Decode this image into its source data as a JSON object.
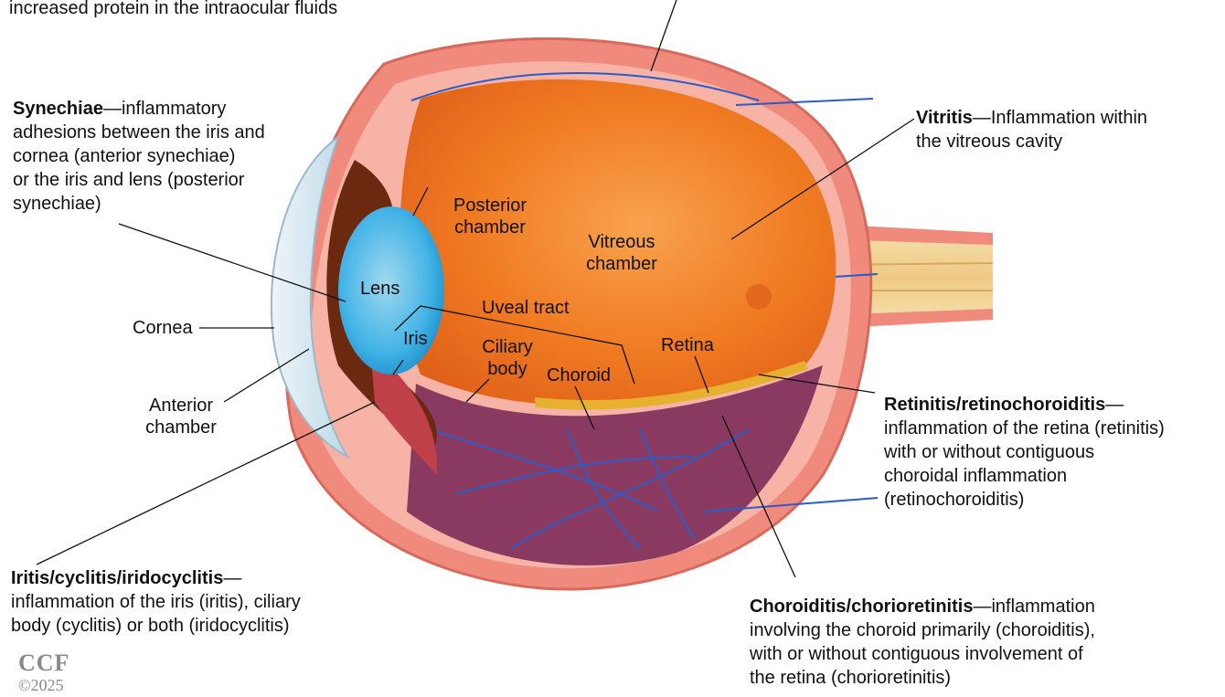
{
  "top_annotation": {
    "text": "increased protein in the intraocular fluids"
  },
  "annotations": {
    "synechiae": {
      "term": "Synechiae",
      "lines": [
        "—inflammatory",
        "adhesions between the iris and",
        "cornea (anterior synechiae)",
        "or the iris and lens (posterior",
        "synechiae)"
      ]
    },
    "vitritis": {
      "term": "Vitritis",
      "lines": [
        "—Inflammation within",
        "the vitreous cavity"
      ]
    },
    "retinitis": {
      "term": "Retinitis/retinochoroiditis",
      "lines": [
        "—",
        "inflammation of the retina (retinitis)",
        "with or without contiguous",
        "choroidal inflammation",
        "(retinochoroiditis)"
      ]
    },
    "iritis": {
      "term": "Iritis/cyclitis/iridocyclitis",
      "lines": [
        "—",
        "inflammation of the iris (iritis), ciliary",
        "body (cyclitis) or both (iridocyclitis)"
      ]
    },
    "choroiditis": {
      "term": "Choroiditis/chorioretinitis",
      "lines": [
        "—inflammation",
        "involving the choroid primarily (choroiditis),",
        "with or without contiguous involvement of",
        "the retina (chorioretinitis)"
      ]
    }
  },
  "labels": {
    "posterior_chamber": [
      "Posterior",
      "chamber"
    ],
    "vitreous_chamber": [
      "Vitreous",
      "chamber"
    ],
    "lens": "Lens",
    "uveal_tract": "Uveal tract",
    "cornea": "Cornea",
    "iris": "Iris",
    "ciliary_body": [
      "Ciliary",
      "body"
    ],
    "choroid": "Choroid",
    "retina": "Retina",
    "anterior_chamber": [
      "Anterior",
      "chamber"
    ]
  },
  "watermark": {
    "mark": "CCF",
    "year": "©2025"
  },
  "colors": {
    "sclera_outer": "#f08a7c",
    "sclera_inner": "#f6b3a6",
    "vitreous": "#f07a22",
    "vitreous_light": "#f6a04a",
    "retina_band": "#e8b030",
    "choroid": "#8a3a60",
    "vessels": "#2a5cc8",
    "lens": "#3ab0e8",
    "cornea": "#d8e8f0",
    "iris": "#6b2a10",
    "optic_nerve": "#f2d59a",
    "leader_lines": "#111111"
  }
}
